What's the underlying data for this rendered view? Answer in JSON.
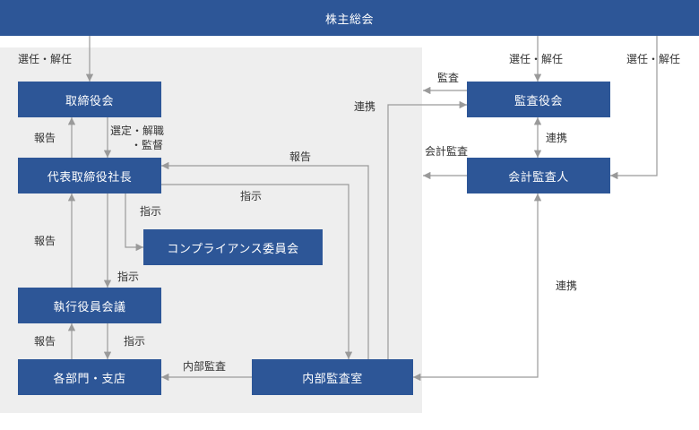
{
  "colors": {
    "box": "#2d5697",
    "line": "#9a9a9a",
    "panel": "#eeeeee"
  },
  "boxes": {
    "shareholders": "株主総会",
    "board": "取締役会",
    "president": "代表取締役社長",
    "compliance": "コンプライアンス委員会",
    "exec_committee": "執行役員会議",
    "departments": "各部門・支店",
    "internal_audit_office": "内部監査室",
    "auditors": "監査役会",
    "accounting_auditor": "会計監査人"
  },
  "labels": {
    "elect_dismiss_board": "選任・解任",
    "elect_dismiss_auditors": "選任・解任",
    "elect_dismiss_accounting": "選任・解任",
    "audit": "監査",
    "cooperation_top": "連携",
    "report_board": "報告",
    "appoint_line1": "選定・解職",
    "appoint_line2": "・監督",
    "accounting_audit": "会計監査",
    "cooperation_mid": "連携",
    "report_to_president": "報告",
    "instruct_to_audit": "指示",
    "instruct_compliance": "指示",
    "report_exec": "報告",
    "instruct_exec": "指示",
    "cooperation_bottom": "連携",
    "report_dept": "報告",
    "instruct_dept": "指示",
    "internal_audit": "内部監査"
  }
}
